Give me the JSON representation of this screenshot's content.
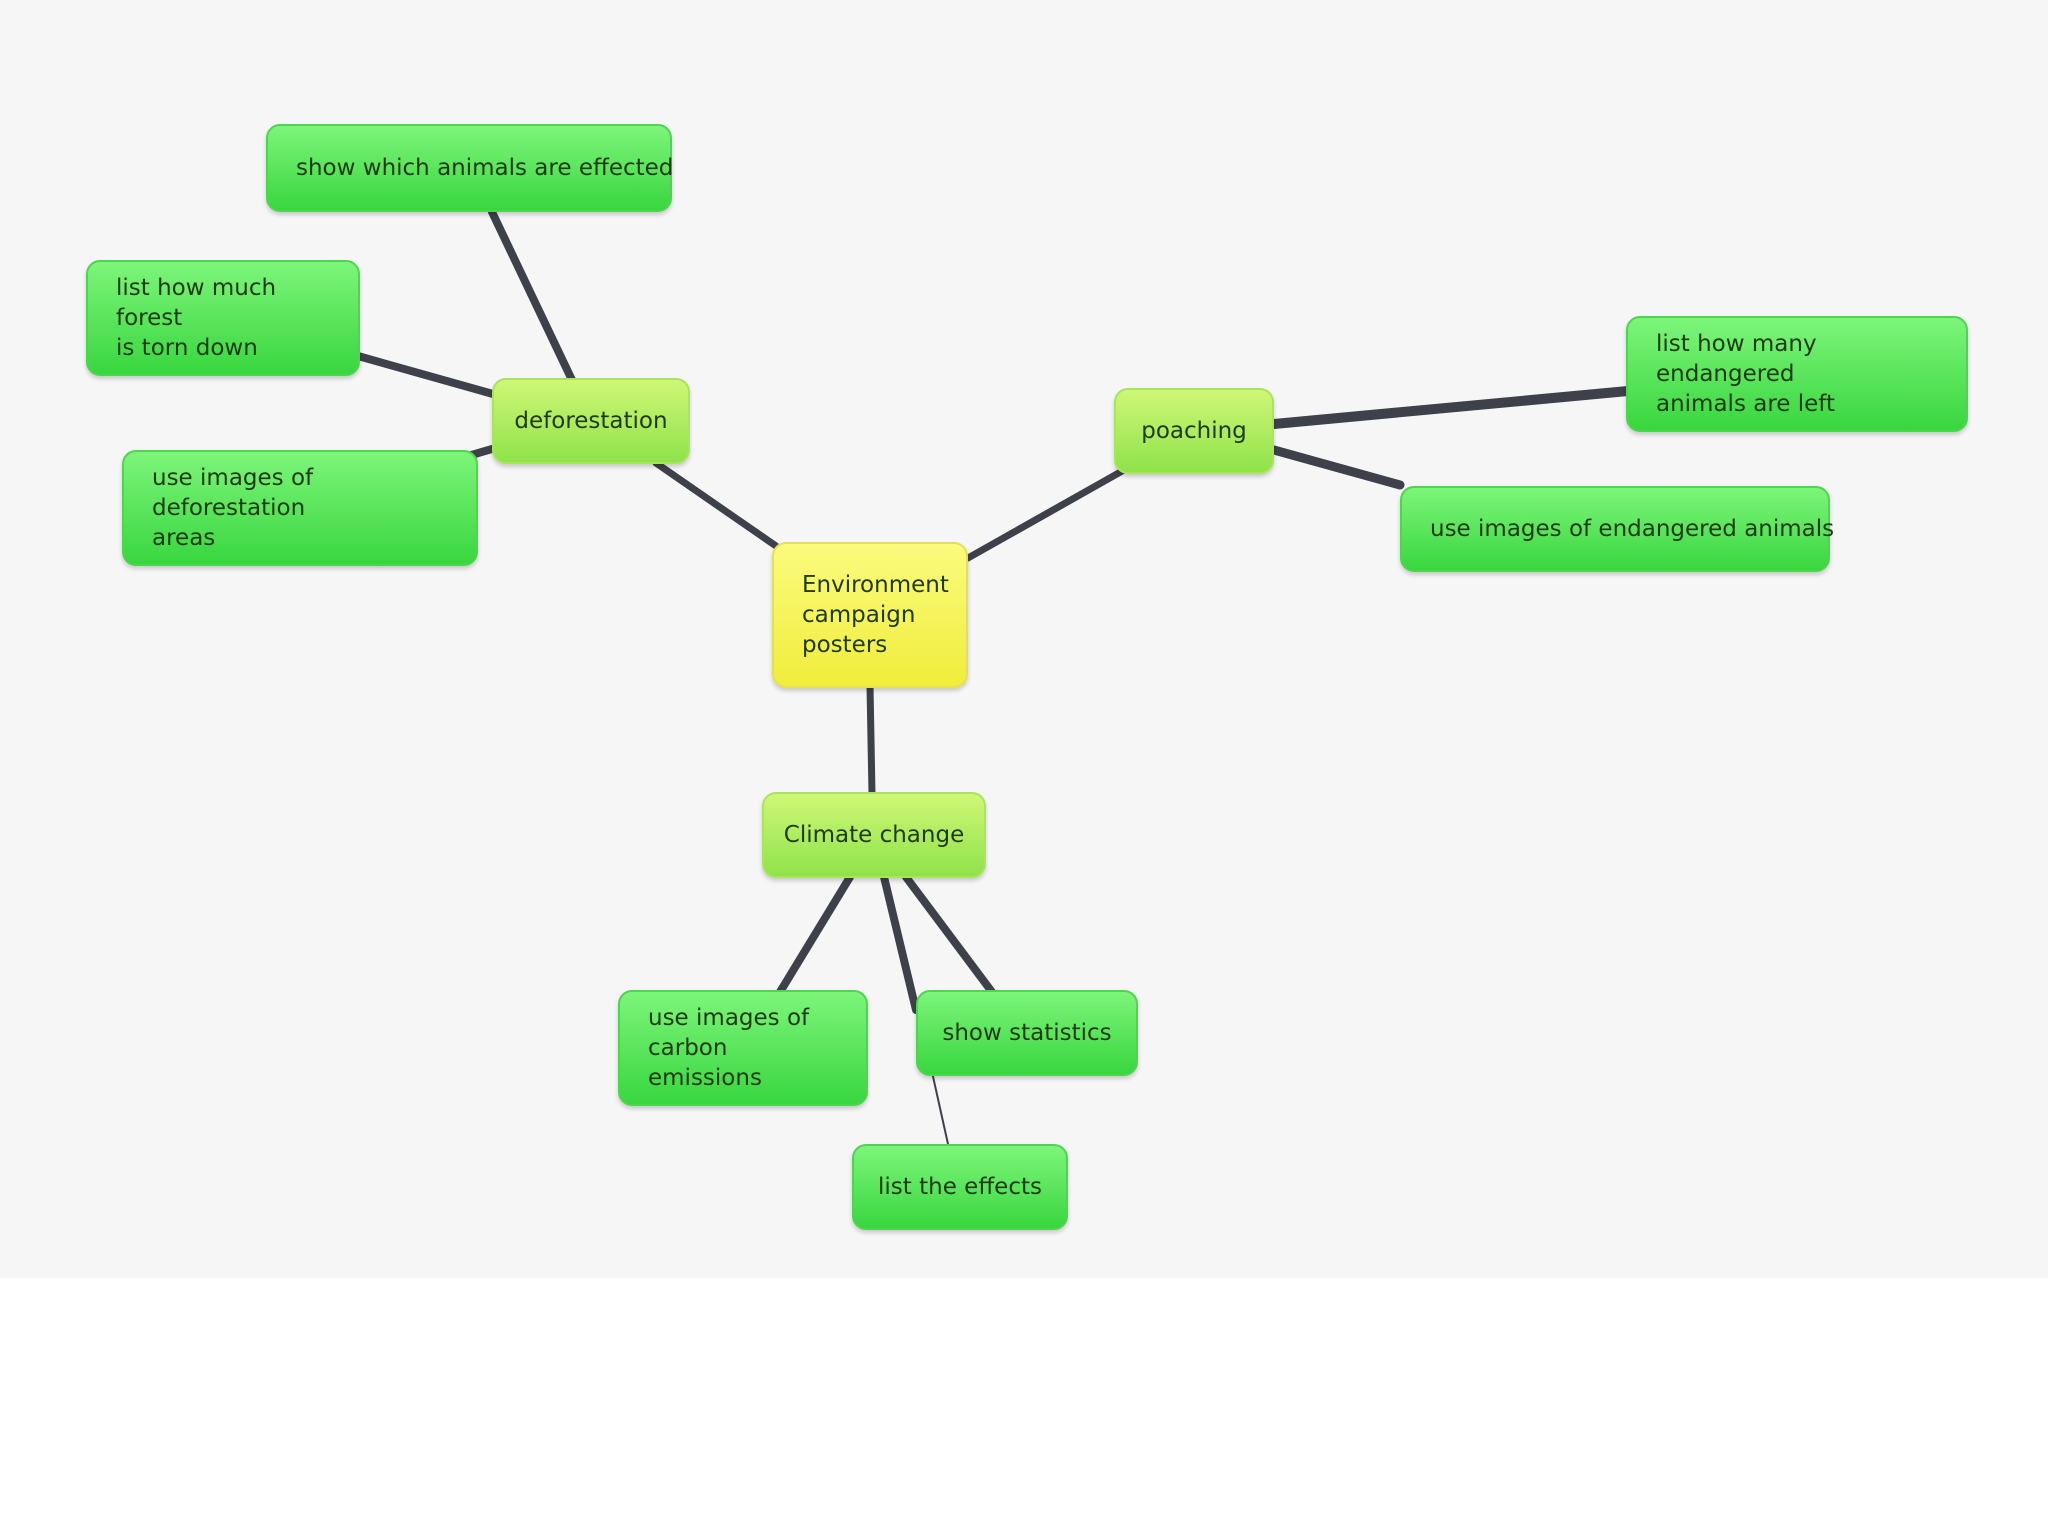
{
  "mindmap": {
    "root": {
      "label": "Environment\ncampaign\nposters"
    },
    "branches": {
      "deforestation": {
        "label": "deforestation",
        "children": [
          {
            "label": "show which animals are effected"
          },
          {
            "label": "list how much forest\nis torn down"
          },
          {
            "label": "use images of deforestation\nareas"
          }
        ]
      },
      "poaching": {
        "label": "poaching",
        "children": [
          {
            "label": "list how many endangered\nanimals are left"
          },
          {
            "label": "use images of endangered animals"
          }
        ]
      },
      "climate": {
        "label": "Climate change",
        "children": [
          {
            "label": "use images of\ncarbon emissions"
          },
          {
            "label": "show statistics"
          },
          {
            "label": "list the effects"
          }
        ]
      }
    }
  }
}
